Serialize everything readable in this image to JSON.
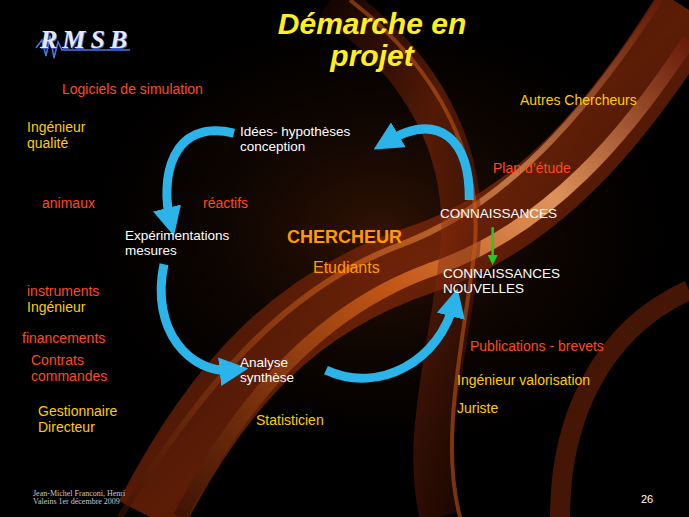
{
  "diagram": {
    "title": "Démarche en projet",
    "nodes": [
      {
        "text": [
          "Idées- hypothèses conception"
        ]
      },
      {
        "text": [
          "CONNAISSANCES"
        ]
      },
      {
        "text": [
          "Expérimentations mesures"
        ]
      },
      {
        "text": [
          "CONNAISSANCES NOUVELLES"
        ]
      },
      {
        "text": [
          "Analyse synthèse"
        ]
      }
    ],
    "edges": [
      {
        "from": 0,
        "to": 2,
        "arrow": "to"
      },
      {
        "from": 2,
        "to": 4,
        "arrow": "to"
      },
      {
        "from": 4,
        "to": 3,
        "arrow": "to"
      },
      {
        "from": 1,
        "to": 0,
        "arrow": "to"
      },
      {
        "from": 1,
        "to": 3,
        "arrow": "to"
      }
    ],
    "labels": [
      "RMSB",
      "Logiciels de simulation",
      "Autres Chercheurs",
      "Ingénieur qualité",
      "Plan d’étude",
      "animaux",
      "réactifs",
      "CHERCHEUR",
      "Etudiants",
      "instruments",
      "Ingénieur",
      "financements",
      "Contrats commandes",
      "Publications - brevets",
      "Ingénieur valorisation",
      "Analyse",
      "Juriste",
      "Gestionnaire Directeur",
      "Statisticien",
      "Jean-Michel Franconi, Henri Valeins 1er décembre 2009",
      "26"
    ]
  }
}
